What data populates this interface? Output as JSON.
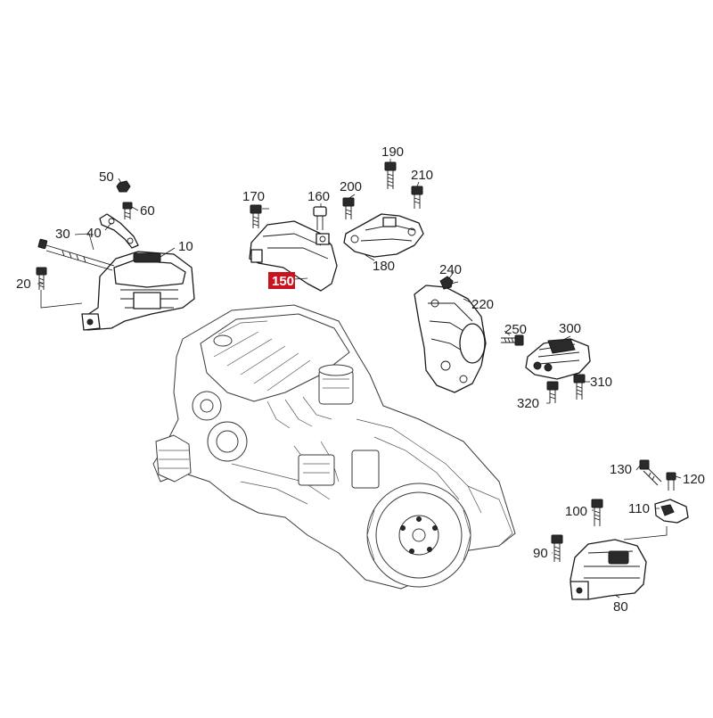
{
  "highlight_color": "#c8141e",
  "callouts": [
    {
      "id": "c10",
      "text": "10"
    },
    {
      "id": "c20",
      "text": "20"
    },
    {
      "id": "c30",
      "text": "30"
    },
    {
      "id": "c40",
      "text": "40"
    },
    {
      "id": "c50",
      "text": "50"
    },
    {
      "id": "c60",
      "text": "60"
    },
    {
      "id": "c80",
      "text": "80"
    },
    {
      "id": "c90",
      "text": "90"
    },
    {
      "id": "c100",
      "text": "100"
    },
    {
      "id": "c110",
      "text": "110"
    },
    {
      "id": "c120",
      "text": "120"
    },
    {
      "id": "c130",
      "text": "130"
    },
    {
      "id": "c150",
      "text": "150",
      "highlighted": true
    },
    {
      "id": "c160",
      "text": "160"
    },
    {
      "id": "c170",
      "text": "170"
    },
    {
      "id": "c180",
      "text": "180"
    },
    {
      "id": "c190",
      "text": "190"
    },
    {
      "id": "c200",
      "text": "200"
    },
    {
      "id": "c210",
      "text": "210"
    },
    {
      "id": "c220",
      "text": "220"
    },
    {
      "id": "c240",
      "text": "240"
    },
    {
      "id": "c250",
      "text": "250"
    },
    {
      "id": "c300",
      "text": "300"
    },
    {
      "id": "c310",
      "text": "310"
    },
    {
      "id": "c320",
      "text": "320"
    }
  ]
}
